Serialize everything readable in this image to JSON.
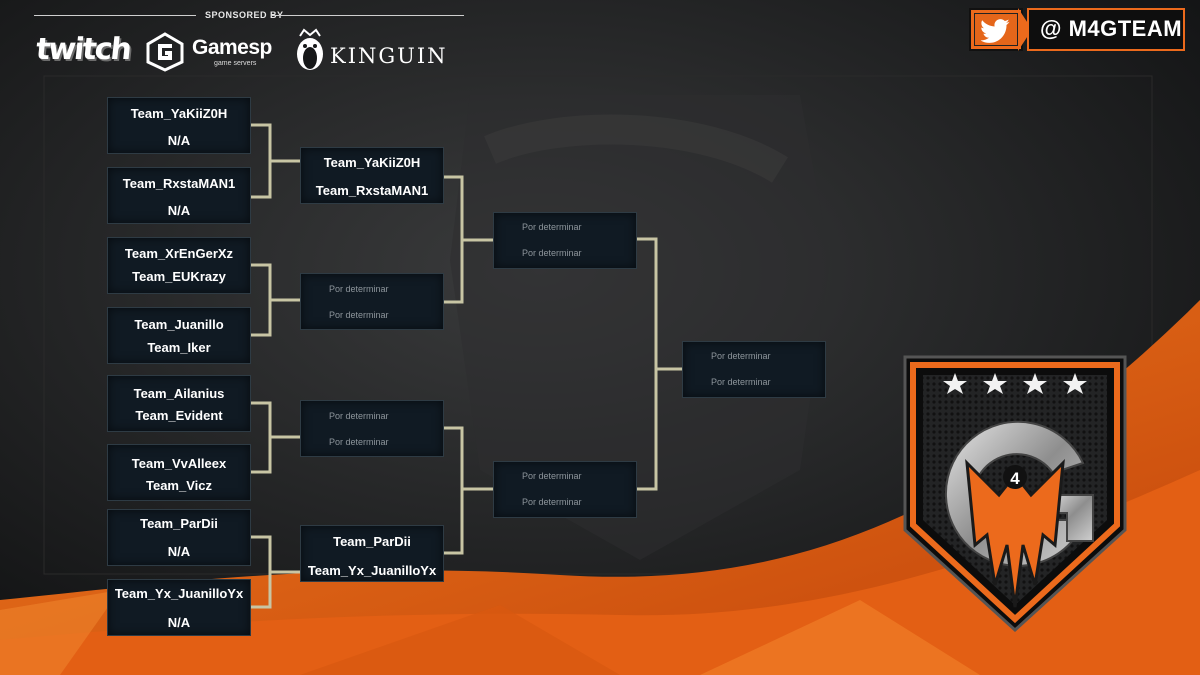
{
  "header": {
    "sponsored_by": "SPONSORED BY",
    "sponsors": [
      "twitch",
      "Gamesp",
      "KINGUIN"
    ],
    "gamesp_subtitle": "game servers",
    "twitter_icon": "twitter-bird-icon",
    "handle": "@ M4GTEAM"
  },
  "bracket": {
    "round1": [
      {
        "top": "Team_YaKiiZ0H",
        "bottom": "N/A"
      },
      {
        "top": "Team_RxstaMAN1",
        "bottom": "N/A"
      },
      {
        "top": "Team_XrEnGerXz",
        "bottom": "Team_EUKrazy"
      },
      {
        "top": "Team_Juanillo",
        "bottom": "Team_Iker"
      },
      {
        "top": "Team_Ailanius",
        "bottom": "Team_Evident"
      },
      {
        "top": "Team_VvAlleex",
        "bottom": "Team_Vicz"
      },
      {
        "top": "Team_ParDii",
        "bottom": "N/A"
      },
      {
        "top": "Team_Yx_JuanilloYx",
        "bottom": "N/A"
      }
    ],
    "round2": [
      {
        "top": "Team_YaKiiZ0H",
        "bottom": "Team_RxstaMAN1"
      },
      {
        "top": "Por determinar",
        "bottom": "Por determinar"
      },
      {
        "top": "Por determinar",
        "bottom": "Por determinar"
      },
      {
        "top": "Team_ParDii",
        "bottom": "Team_Yx_JuanilloYx"
      }
    ],
    "semifinals": [
      {
        "top": "Por determinar",
        "bottom": "Por determinar"
      },
      {
        "top": "Por determinar",
        "bottom": "Por determinar"
      }
    ],
    "final": {
      "top": "Por determinar",
      "bottom": "Por determinar"
    }
  },
  "emblem": {
    "number": "4",
    "star_count": 4
  },
  "colors": {
    "accent": "#ec6a1c",
    "box_bg": "#101a23",
    "connector": "#c8c5a4",
    "background": "#161718"
  }
}
